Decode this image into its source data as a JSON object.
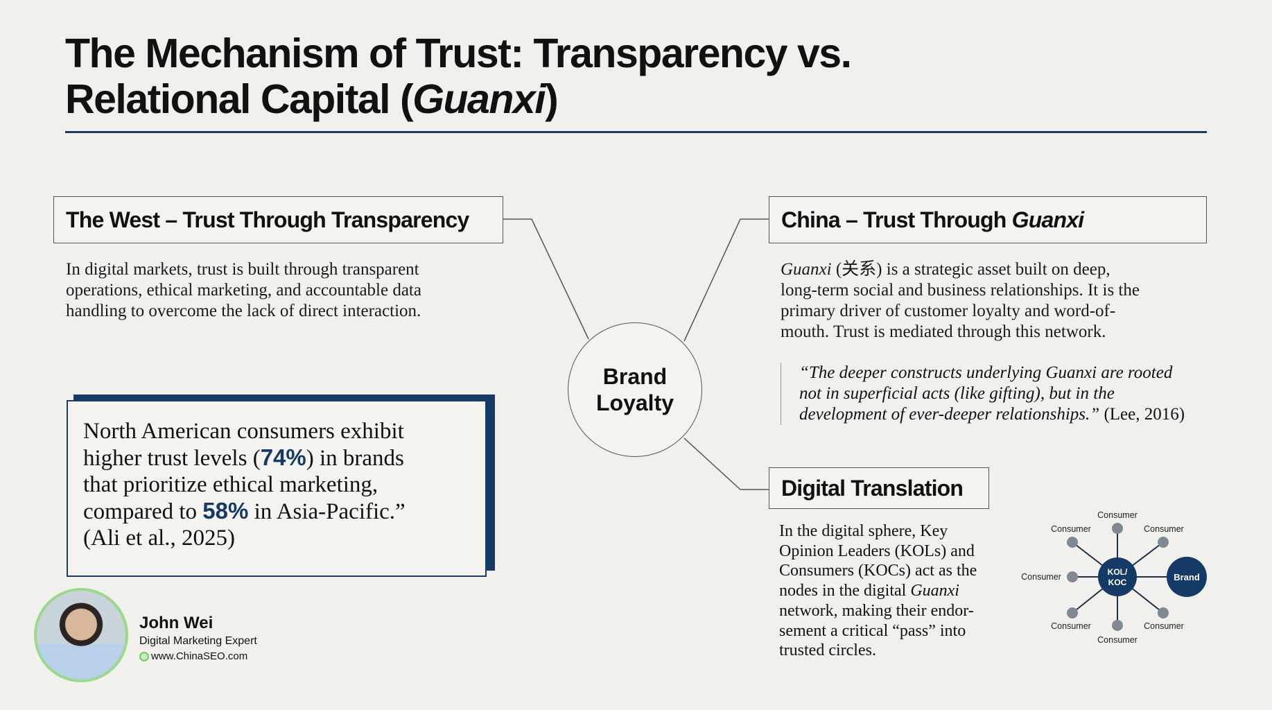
{
  "title": {
    "line1": "The Mechanism of Trust: Transparency vs.",
    "line2_a": "Relational Capital (",
    "line2_b": "Guanxi",
    "line2_c": ")"
  },
  "west": {
    "heading": "The West – Trust Through Transparency",
    "body": [
      "In digital markets, trust is built through transparent",
      "operations, ethical marketing, and accountable data",
      "handling to overcome the lack of direct interaction."
    ],
    "quote": {
      "l1": "North American consumers exhibit",
      "l2a": "higher trust levels (",
      "pct1": "74%",
      "l2b": ") in brands",
      "l3": "that prioritize ethical marketing,",
      "l4a": "compared to ",
      "pct2": "58%",
      "l4b": " in Asia-Pacific.”",
      "l5": "(Ali et al., 2025)"
    }
  },
  "center": {
    "l1": "Brand",
    "l2": "Loyalty"
  },
  "china": {
    "heading_a": "China – Trust Through ",
    "heading_b": "Guanxi",
    "body_a": "Guanxi",
    "body_b": " (关系) is a strategic asset built on deep,",
    "body": [
      "long-term social and business relationships. It is the",
      "primary driver of customer loyalty and word-of-",
      "mouth. Trust is mediated through this network."
    ],
    "quote": {
      "l1": "“The deeper constructs underlying Guanxi are rooted",
      "l2": "not in superficial acts (like gifting), but in the",
      "l3": "development of ever-deeper relationships.”",
      "cite": " (Lee, 2016)"
    }
  },
  "digital": {
    "heading": "Digital Translation",
    "l1": "In the digital sphere, Key",
    "l2": "Opinion Leaders (KOLs) and",
    "l3": "Consumers (KOCs) act as the",
    "l4a": "nodes in the digital ",
    "l4b": "Guanxi",
    "l5": "network, making their endor-",
    "l6": "sement a critical “pass” into",
    "l7": "trusted circles."
  },
  "network": {
    "hub": [
      "KOL/",
      "KOC"
    ],
    "brand": "Brand",
    "consumer": "Consumer"
  },
  "author": {
    "name": "John Wei",
    "role": "Digital Marketing Expert",
    "site": "www.ChinaSEO.com"
  },
  "colors": {
    "navy": "#163a66",
    "node": "#7f8994",
    "ring": "#9bd98c"
  }
}
